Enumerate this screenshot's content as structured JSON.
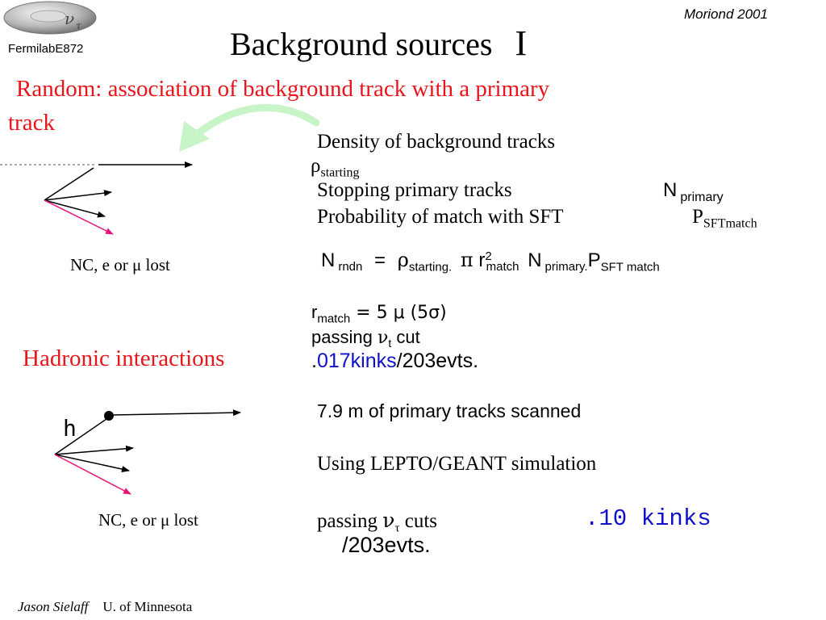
{
  "header": {
    "logo_text": "FermilabE872",
    "conference": "Moriond 2001",
    "title": "Background sources",
    "title_numeral": "I"
  },
  "random": {
    "heading": "Random:  association of background   track with a primary",
    "heading_cont": "track",
    "diagram_caption": "NC, e or μ lost",
    "density": "Density of background tracks",
    "rho_symbol": "ρ",
    "rho_sub": "starting",
    "stopping": "Stopping primary tracks",
    "n_symbol": "N",
    "n_sub": "primary",
    "prob": "Probability of match  with  SFT",
    "p_symbol": "P",
    "p_sub": "SFTmatch",
    "formula": {
      "n": "N",
      "n_sub": "rndn",
      "eq": "=",
      "rho": "ρ",
      "rho_sub": "starting.",
      "pi": "π",
      "r": "r",
      "r_sup": "2",
      "r_sub": "match",
      "n2": "N",
      "n2_sub": "primary.",
      "p": "P",
      "p_sub": "SFT match"
    },
    "rmatch": {
      "r": "r",
      "r_sub": "match",
      "value": " = 5 μ  (5σ)"
    },
    "passing": {
      "text": "passing ",
      "nu": "ν",
      "nu_sub": "t",
      "cut": " cut"
    },
    "result": {
      "prefix": ".",
      "blue": "017kinks",
      "suffix": "/203evts."
    }
  },
  "hadronic": {
    "heading": "Hadronic interactions",
    "h_label": "h",
    "diagram_caption": "NC, e or μ lost",
    "scanned": "7.9 m  of primary tracks scanned",
    "simulation": "Using  LEPTO/GEANT simulation",
    "passing": {
      "text": "passing ",
      "nu": "ν",
      "nu_sub": "τ",
      "cuts": " cuts"
    },
    "kinks": ".10 kinks",
    "evts": "/203evts."
  },
  "footer": {
    "author": "Jason Sielaff",
    "affiliation": "U. of  Minnesota"
  },
  "colors": {
    "red": "#e8151b",
    "blue": "#1010c8",
    "pink_track": "#e8147a",
    "green_arrow": "#c8f5c8"
  },
  "icons": {
    "logo": "nu-tau-torus-logo-icon"
  }
}
